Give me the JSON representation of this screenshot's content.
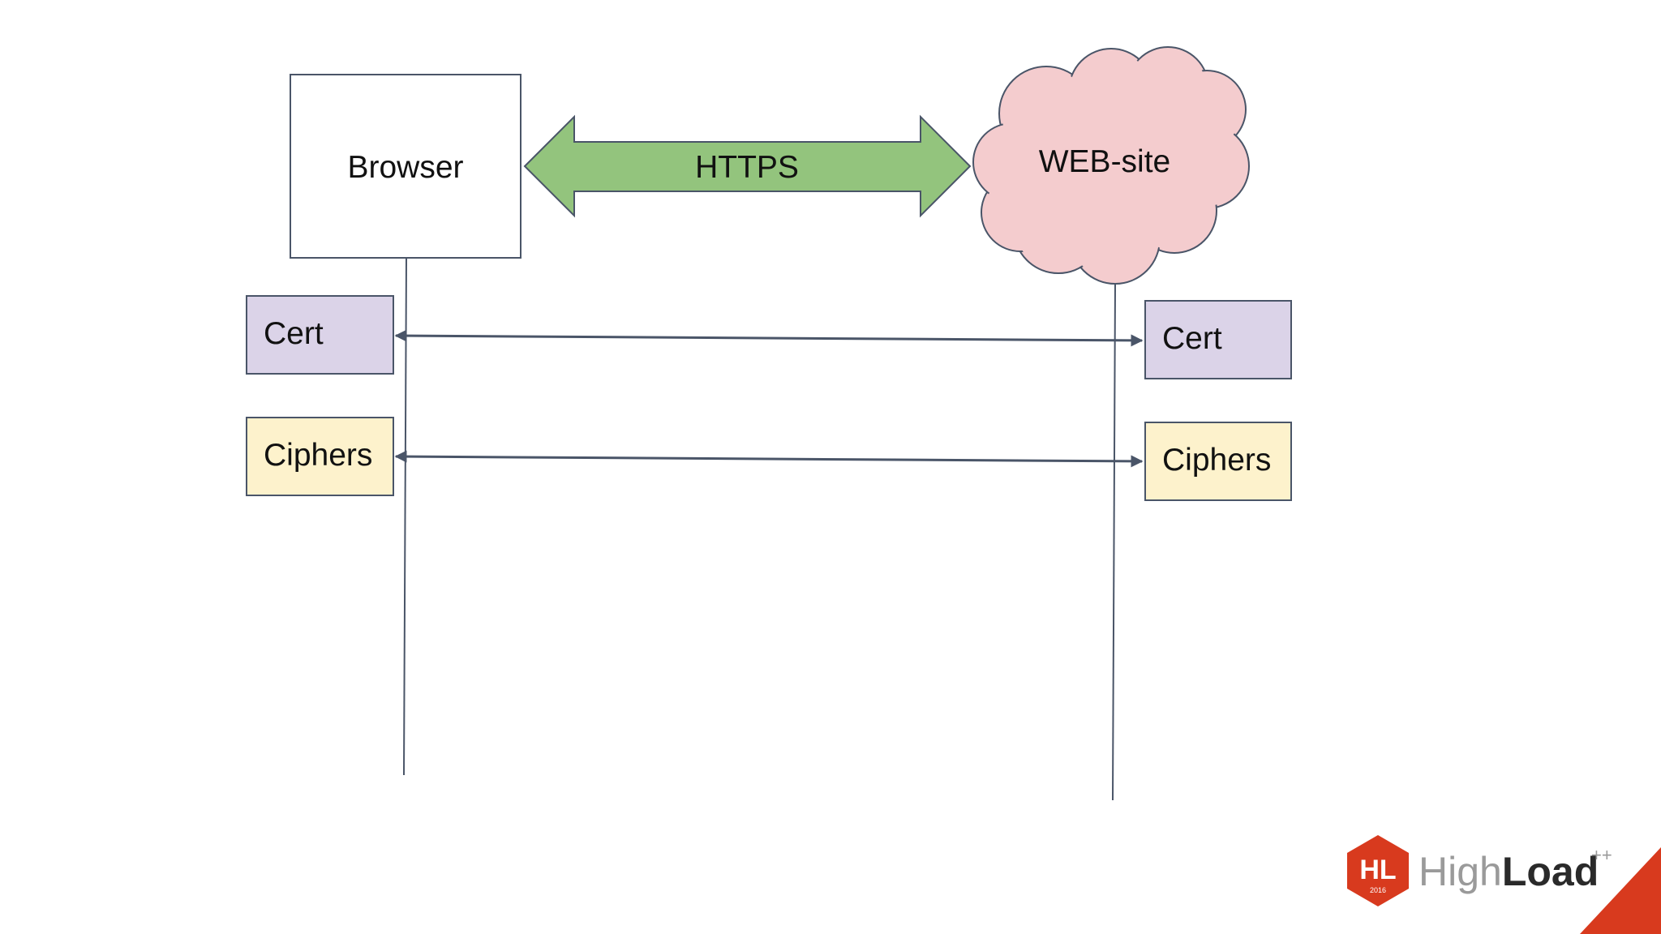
{
  "diagram": {
    "browser": {
      "label": "Browser"
    },
    "transport": {
      "label": "HTTPS"
    },
    "website": {
      "label": "WEB-site"
    },
    "client_boxes": [
      {
        "label": "Cert",
        "fill": "#dbd3e8"
      },
      {
        "label": "Ciphers",
        "fill": "#fdf2cc"
      }
    ],
    "server_boxes": [
      {
        "label": "Cert",
        "fill": "#dbd3e8"
      },
      {
        "label": "Ciphers",
        "fill": "#fdf2cc"
      }
    ],
    "colors": {
      "arrow_fill": "#93c47d",
      "cloud_fill": "#f4ccce",
      "line": "#4a5568"
    }
  },
  "logo": {
    "badge_text": "HL",
    "badge_year": "2016",
    "text_light": "High",
    "text_bold": "Load",
    "superscript": "++",
    "accent_color": "#d83a1e"
  }
}
